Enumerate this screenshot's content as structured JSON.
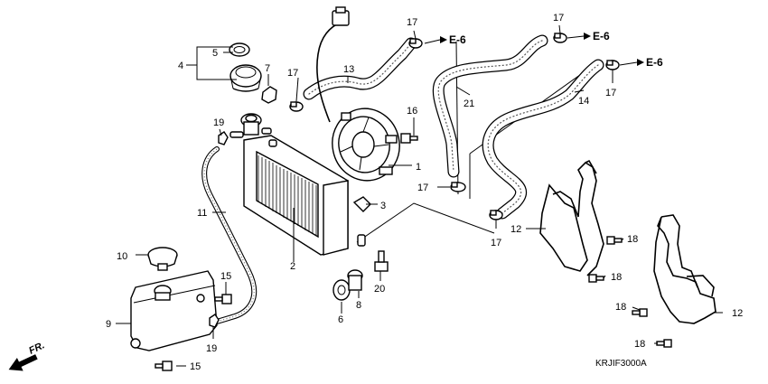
{
  "diagram_code": "KRJIF3000A",
  "direction_label": "FR.",
  "ref_label": "E-6",
  "callouts": {
    "c1": "1",
    "c2": "2",
    "c3": "3",
    "c4": "4",
    "c5": "5",
    "c6": "6",
    "c7": "7",
    "c8": "8",
    "c9": "9",
    "c10": "10",
    "c11": "11",
    "c12a": "12",
    "c12b": "12",
    "c13": "13",
    "c14": "14",
    "c15a": "15",
    "c15b": "15",
    "c16": "16",
    "c17a": "17",
    "c17b": "17",
    "c17c": "17",
    "c17d": "17",
    "c17e": "17",
    "c17f": "17",
    "c18a": "18",
    "c18b": "18",
    "c18c": "18",
    "c18d": "18",
    "c19a": "19",
    "c19b": "19",
    "c20": "20",
    "c21": "21"
  },
  "icons": [
    "arrow-right-icon",
    "direction-arrow-icon"
  ]
}
